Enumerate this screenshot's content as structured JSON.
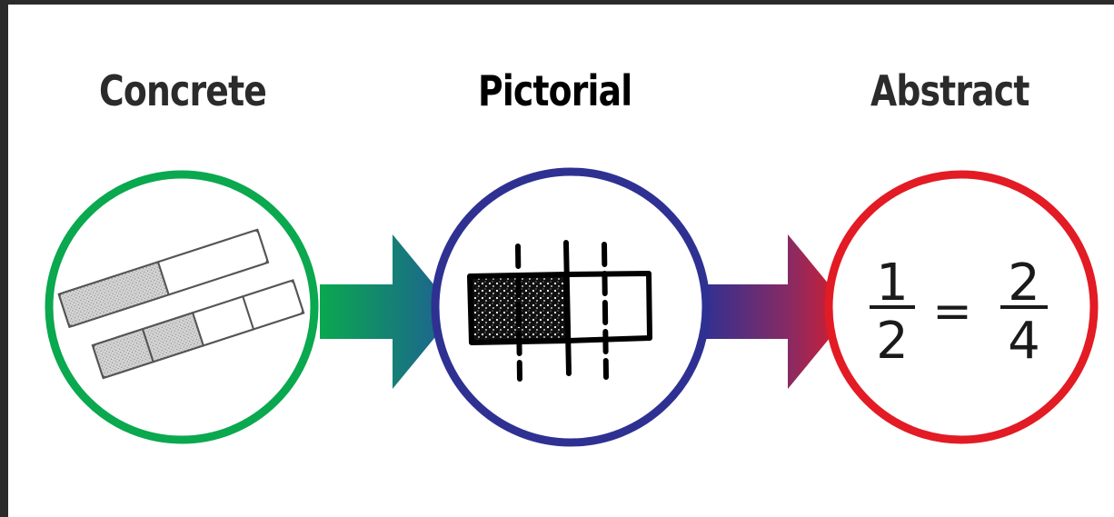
{
  "stages": [
    {
      "label": "Concrete",
      "color": "#0aa84f"
    },
    {
      "label": "Pictorial",
      "color": "#2e3192"
    },
    {
      "label": "Abstract",
      "color": "#e21b24"
    }
  ],
  "equation": {
    "left": {
      "numerator": "1",
      "denominator": "2"
    },
    "operator": "=",
    "right": {
      "numerator": "2",
      "denominator": "4"
    }
  },
  "icons": {
    "concrete": "fraction-bars-icon",
    "pictorial": "sketched-fraction-bar-icon",
    "arrow": "right-arrow-icon"
  }
}
